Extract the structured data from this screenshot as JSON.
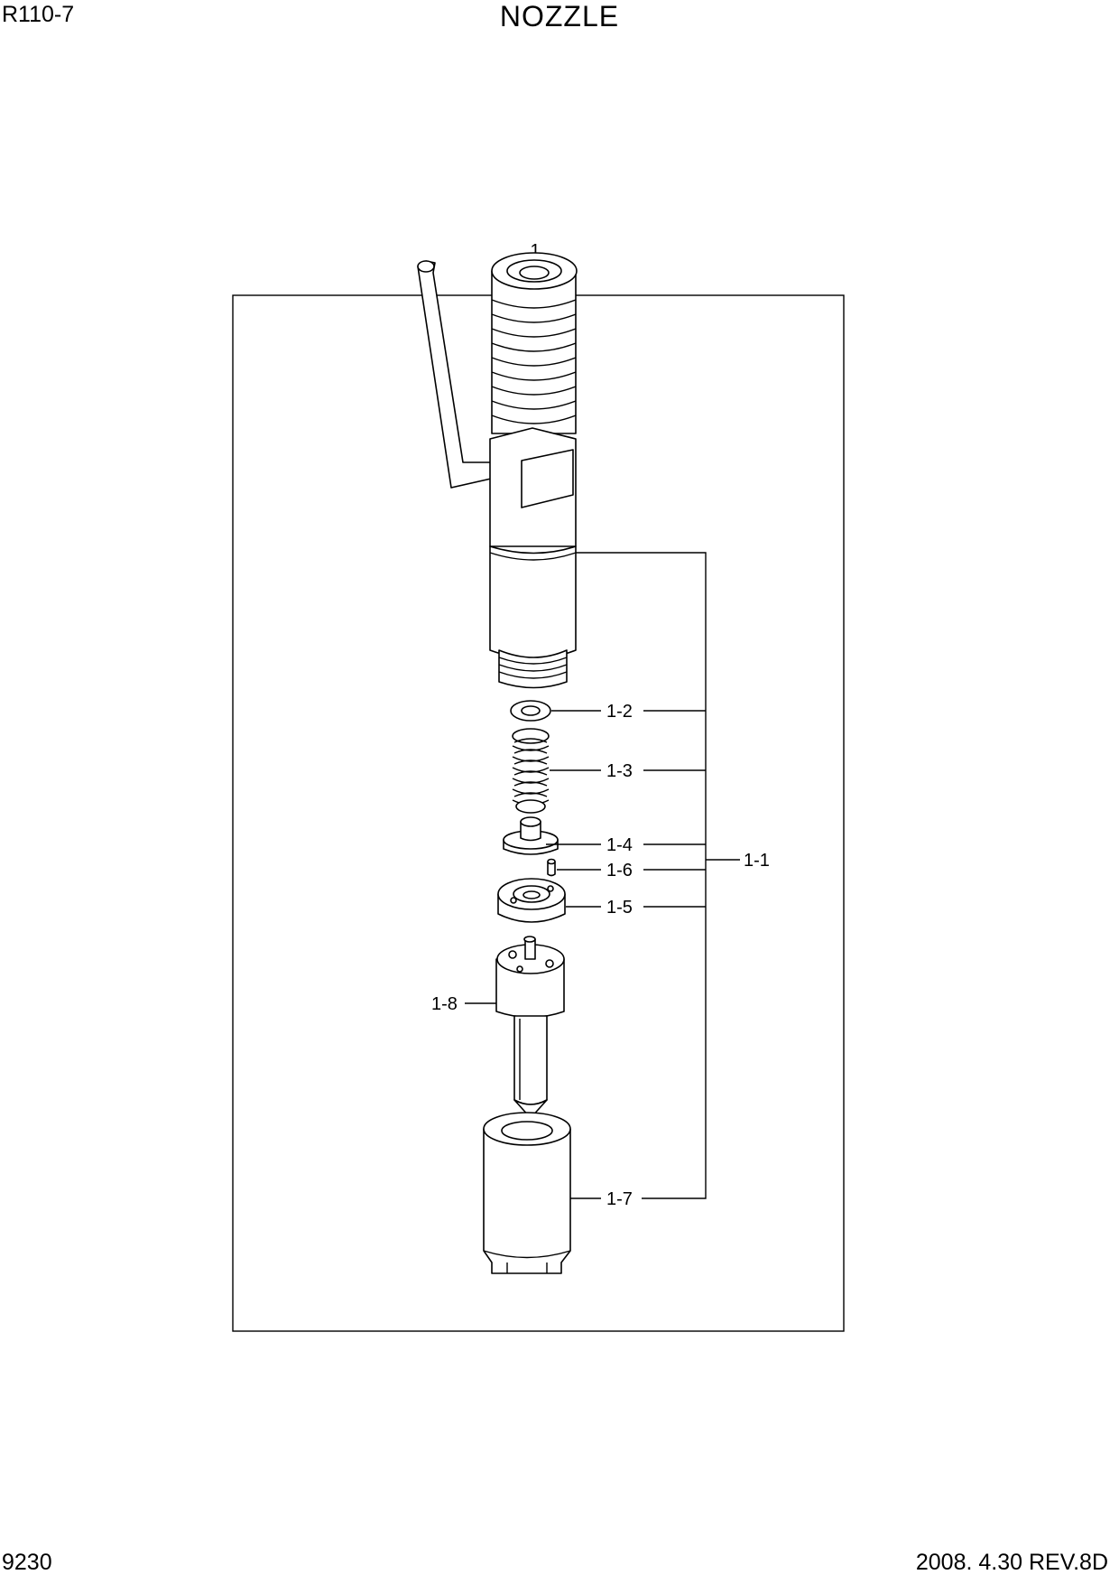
{
  "header": {
    "model": "R110-7",
    "title": "NOZZLE"
  },
  "footer": {
    "page_number": "9230",
    "revision": "2008. 4.30 REV.8D"
  },
  "diagram": {
    "assembly_label": "1",
    "sub_assembly_label": "1-1",
    "callouts": {
      "c12": "1-2",
      "c13": "1-3",
      "c14": "1-4",
      "c16": "1-6",
      "c15": "1-5",
      "c18": "1-8",
      "c17": "1-7"
    }
  }
}
